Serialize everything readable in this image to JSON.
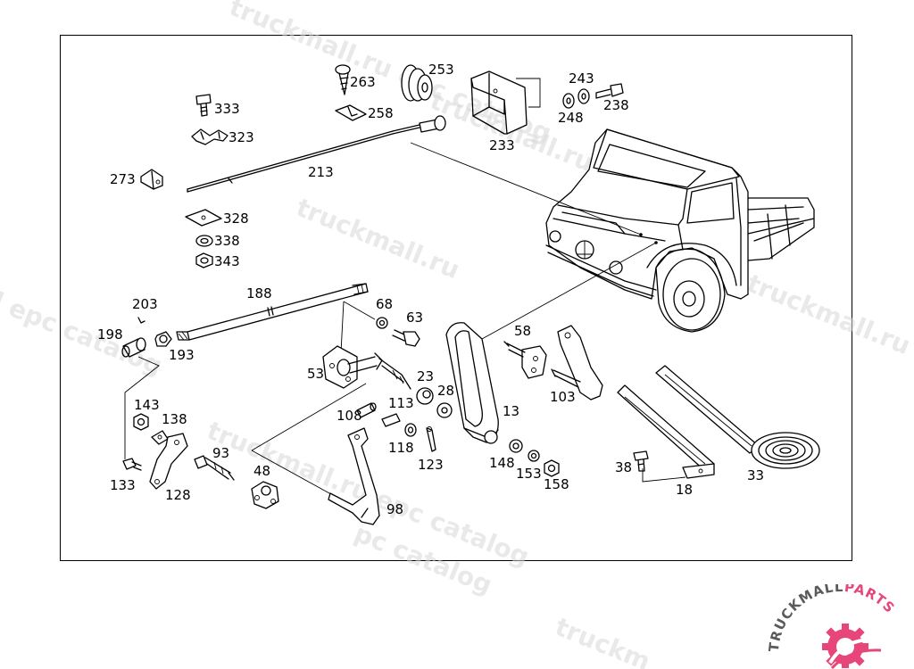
{
  "watermark": {
    "text": "truckmall.ru epc catalog",
    "fragment_1": "l epc catalog",
    "fragment_2": "truckmall.ru epc catalog",
    "fragment_3": "truckmall.ru epc catalog",
    "fragment_4": "truckmall.ru e",
    "fragment_5": "truckmall.ru epc catalog",
    "fragment_6": "truckm",
    "fragment_7": "pc catalog",
    "fragment_8": "truckmall.ru"
  },
  "logo": {
    "text_dark": "TRUCKMALL",
    "text_accent": "PARTS",
    "colors": {
      "dark": "#5a5a5a",
      "accent": "#e6467a"
    }
  },
  "parts": [
    {
      "id": "263"
    },
    {
      "id": "253"
    },
    {
      "id": "243"
    },
    {
      "id": "333"
    },
    {
      "id": "258"
    },
    {
      "id": "248"
    },
    {
      "id": "238"
    },
    {
      "id": "323"
    },
    {
      "id": "233"
    },
    {
      "id": "213"
    },
    {
      "id": "273"
    },
    {
      "id": "328"
    },
    {
      "id": "338"
    },
    {
      "id": "343"
    },
    {
      "id": "188"
    },
    {
      "id": "203"
    },
    {
      "id": "68"
    },
    {
      "id": "63"
    },
    {
      "id": "198"
    },
    {
      "id": "193"
    },
    {
      "id": "58"
    },
    {
      "id": "53"
    },
    {
      "id": "23"
    },
    {
      "id": "28"
    },
    {
      "id": "143"
    },
    {
      "id": "113"
    },
    {
      "id": "103"
    },
    {
      "id": "138"
    },
    {
      "id": "108"
    },
    {
      "id": "13"
    },
    {
      "id": "118"
    },
    {
      "id": "93"
    },
    {
      "id": "123"
    },
    {
      "id": "148"
    },
    {
      "id": "38"
    },
    {
      "id": "153"
    },
    {
      "id": "158"
    },
    {
      "id": "33"
    },
    {
      "id": "133"
    },
    {
      "id": "48"
    },
    {
      "id": "128"
    },
    {
      "id": "18"
    },
    {
      "id": "98"
    }
  ]
}
